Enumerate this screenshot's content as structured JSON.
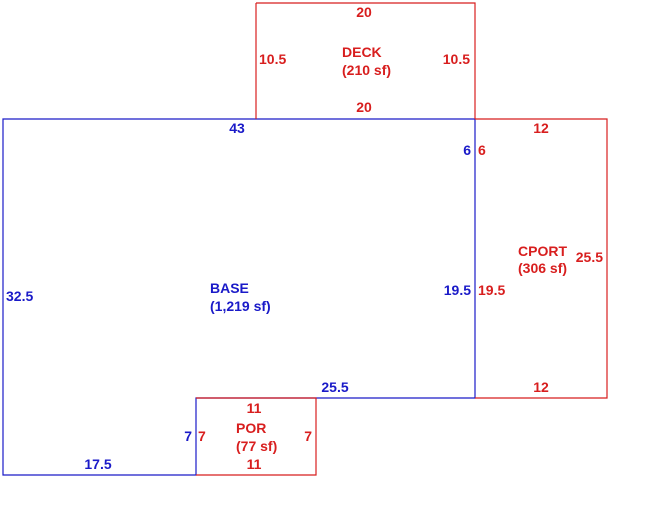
{
  "colors": {
    "base": "#1a1ac8",
    "addition": "#d81e1e"
  },
  "areas": {
    "base": {
      "name": "BASE",
      "area": "(1,219 sf)",
      "dims": {
        "top": "43",
        "left": "32.5",
        "right_upper": "6",
        "right_lower": "19.5",
        "bottom_right": "25.5",
        "bottom_left": "17.5",
        "notch": "7"
      }
    },
    "deck": {
      "name": "DECK",
      "area": "(210 sf)",
      "dims": {
        "top": "20",
        "bottom": "20",
        "left": "10.5",
        "right": "10.5"
      }
    },
    "cport": {
      "name": "CPORT",
      "area": "(306 sf)",
      "dims": {
        "top": "12",
        "bottom": "12",
        "left_upper": "6",
        "left_lower": "19.5",
        "right": "25.5"
      }
    },
    "por": {
      "name": "POR",
      "area": "(77 sf)",
      "dims": {
        "top": "11",
        "bottom": "11",
        "left": "7",
        "right": "7"
      }
    }
  }
}
